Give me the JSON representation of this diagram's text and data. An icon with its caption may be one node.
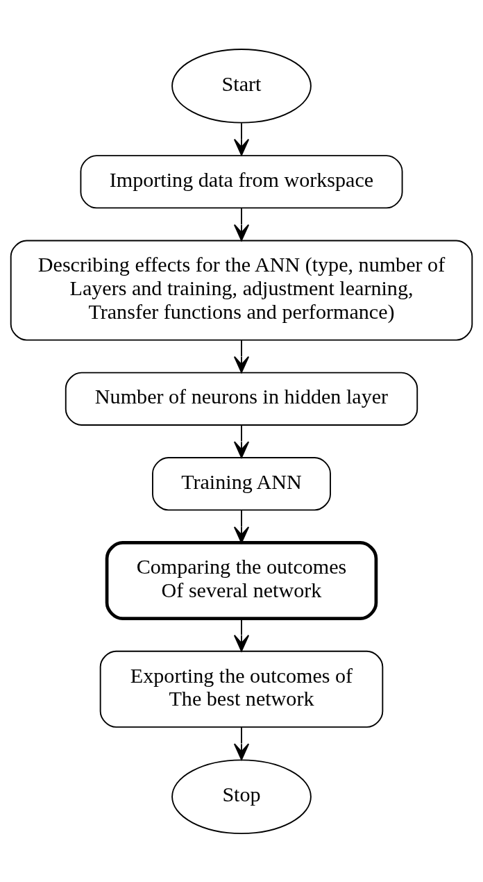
{
  "diagram": {
    "nodes": [
      {
        "text": [
          "Start"
        ]
      },
      {
        "text": [
          "Importing data from workspace"
        ]
      },
      {
        "text": [
          "Describing effects for the ANN (type, number of Layers and training, adjustment learning, Transfer functions and performance)"
        ]
      },
      {
        "text": [
          "Number of neurons in hidden layer"
        ]
      },
      {
        "text": [
          "Training ANN"
        ]
      },
      {
        "text": [
          "Comparing the outcomes Of several network"
        ]
      },
      {
        "text": [
          "Exporting the outcomes of The best network"
        ]
      },
      {
        "text": [
          "Stop"
        ]
      }
    ],
    "edges": [
      {
        "from": 0,
        "to": 1,
        "arrow": "to"
      },
      {
        "from": 1,
        "to": 2,
        "arrow": "to"
      },
      {
        "from": 2,
        "to": 3,
        "arrow": "to"
      },
      {
        "from": 3,
        "to": 4,
        "arrow": "to"
      },
      {
        "from": 4,
        "to": 5,
        "arrow": "to"
      },
      {
        "from": 5,
        "to": 6,
        "arrow": "to"
      },
      {
        "from": 6,
        "to": 7,
        "arrow": "to"
      }
    ]
  }
}
